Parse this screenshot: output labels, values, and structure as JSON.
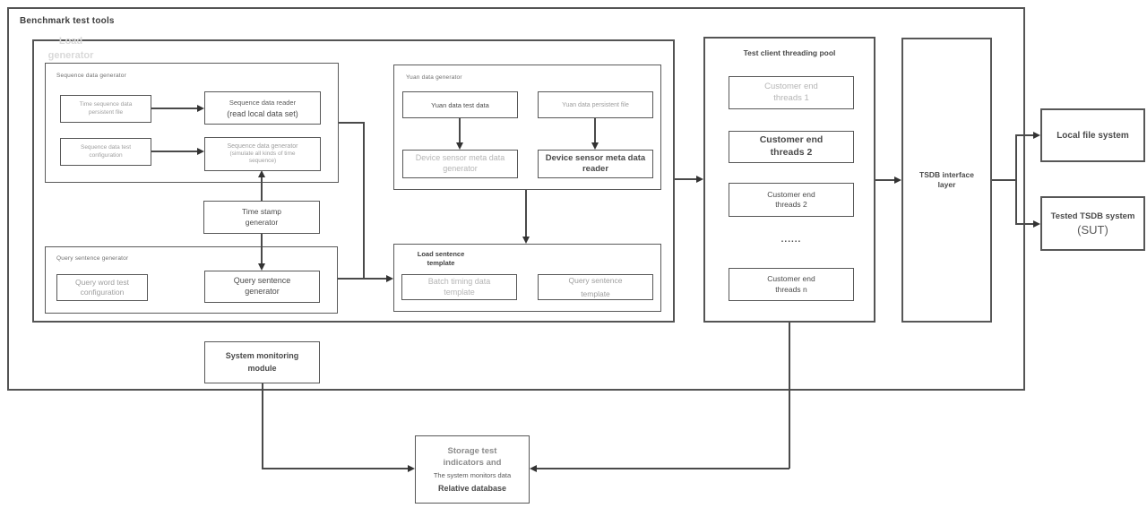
{
  "title": "Benchmark test tools",
  "load_generator": {
    "label": "Load generator"
  },
  "sequence_group": {
    "label": "Sequence data generator",
    "time_sequence_file": "Time sequence data persistent file",
    "reader_line1": "Sequence data reader",
    "reader_line2": "(read local data set)",
    "test_config": "Sequence data test configuration",
    "generator_line1": "Sequence data generator",
    "generator_line2": "(simulate all kinds of time sequence)"
  },
  "yuan_group": {
    "label": "Yuan data generator",
    "test_data": "Yuan data test data",
    "persistent_file": "Yuan data persistent file",
    "meta_generator": "Device sensor meta data generator",
    "meta_reader": "Device sensor meta data reader"
  },
  "time_stamp": {
    "label": "Time stamp generator"
  },
  "query_group": {
    "label": "Query sentence generator",
    "word_config": "Query word test configuration",
    "generator": "Query sentence generator"
  },
  "template_group": {
    "label": "Load sentence template",
    "batch_timing": "Batch timing data template",
    "query_template": "Query sentence template"
  },
  "threading_pool": {
    "title": "Test client threading pool",
    "threads": [
      {
        "label": "Customer end threads 1"
      },
      {
        "label": "Customer end threads 2"
      },
      {
        "label": "Customer end threads 2"
      },
      {
        "label": "Customer end threads n"
      }
    ],
    "ellipsis": "......"
  },
  "tsdb_layer": {
    "label": "TSDB interface layer"
  },
  "local_file_system": {
    "label": "Local file system"
  },
  "tested_tsdb": {
    "line1": "Tested TSDB system",
    "line2": "(SUT)"
  },
  "monitoring": {
    "label": "System monitoring module"
  },
  "storage": {
    "line1": "Storage test indicators and",
    "line2": "The system monitors data",
    "line3": "Relative database"
  },
  "colors": {
    "border": "#545454",
    "text_dark": "#4a4a4a",
    "text_gray": "#9e9e9e",
    "text_faded": "#d9d9d9"
  }
}
